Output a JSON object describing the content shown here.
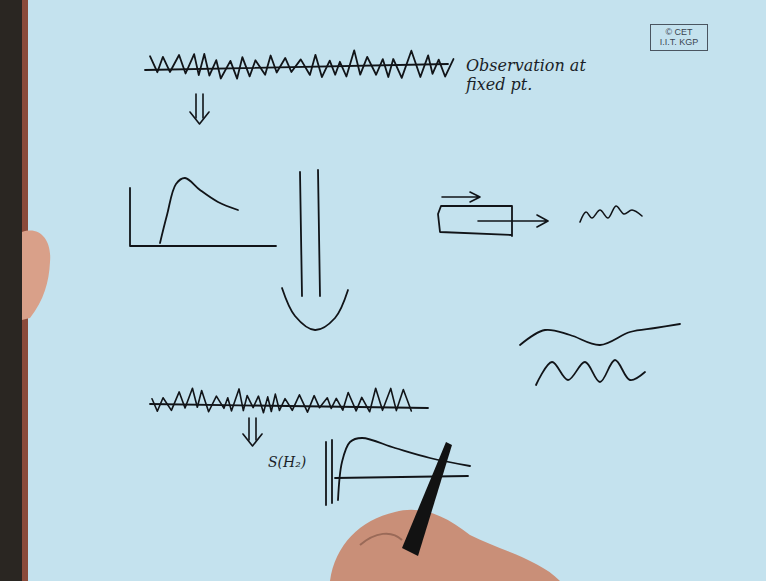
{
  "diagram": {
    "nodes": [
      {
        "text": [
          "© CET I.I.T. KGP"
        ]
      }
    ],
    "labels": [
      "Observation at fixed pt.",
      "S(H₂)"
    ]
  }
}
